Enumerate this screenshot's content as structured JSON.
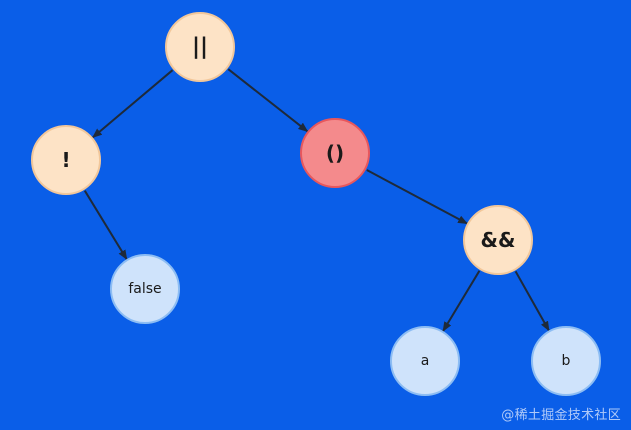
{
  "diagram": {
    "nodes": [
      {
        "id": "or",
        "label": "||",
        "kind": "operator"
      },
      {
        "id": "not",
        "label": "!",
        "kind": "operator"
      },
      {
        "id": "paren",
        "label": "()",
        "kind": "group"
      },
      {
        "id": "false",
        "label": "false",
        "kind": "operand"
      },
      {
        "id": "and",
        "label": "&&",
        "kind": "operator"
      },
      {
        "id": "a",
        "label": "a",
        "kind": "operand"
      },
      {
        "id": "b",
        "label": "b",
        "kind": "operand"
      }
    ],
    "edges": [
      {
        "from": "or",
        "to": "not"
      },
      {
        "from": "or",
        "to": "paren"
      },
      {
        "from": "not",
        "to": "false"
      },
      {
        "from": "paren",
        "to": "and"
      },
      {
        "from": "and",
        "to": "a"
      },
      {
        "from": "and",
        "to": "b"
      }
    ],
    "colors": {
      "background": "#0a5ee8",
      "operator_fill": "#fde3c6",
      "operator_stroke": "#f2c79a",
      "group_fill": "#f48a8c",
      "group_stroke": "#e8575c",
      "operand_fill": "#cfe3fb",
      "operand_stroke": "#8dbdf3",
      "edge": "#1e2a3a",
      "label": "#1a1a1a"
    }
  },
  "watermark": "@稀土掘金技术社区"
}
